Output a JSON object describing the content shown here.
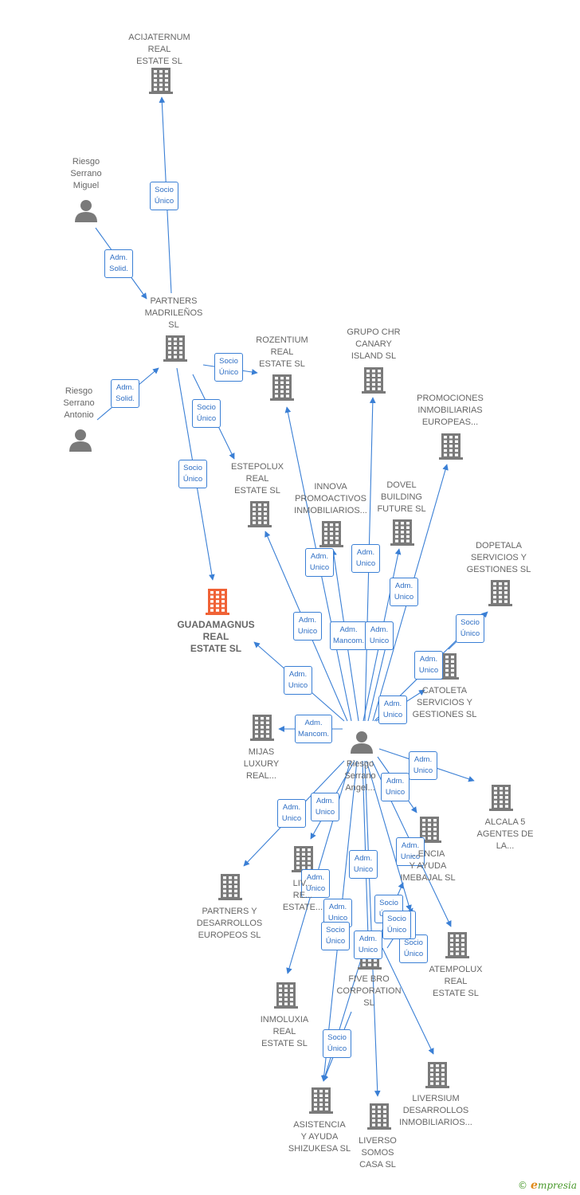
{
  "colors": {
    "edge": "#3a7fd5",
    "company": "#7a7a7a",
    "main": "#f06236",
    "person": "#7a7a7a"
  },
  "nodes": [
    {
      "id": "acija",
      "kind": "company",
      "label": "ACIJATERNUM\nREAL\nESTATE  SL"
    },
    {
      "id": "miguel",
      "kind": "person",
      "label": "Riesgo\nSerrano\nMiguel"
    },
    {
      "id": "partners_mad",
      "kind": "company",
      "label": "PARTNERS\nMADRILEÑOS\nSL"
    },
    {
      "id": "antonio",
      "kind": "person",
      "label": "Riesgo\nSerrano\nAntonio"
    },
    {
      "id": "rozentium",
      "kind": "company",
      "label": "ROZENTIUM\nREAL\nESTATE  SL"
    },
    {
      "id": "grupo_chr",
      "kind": "company",
      "label": "GRUPO CHR\nCANARY\nISLAND  SL"
    },
    {
      "id": "promociones",
      "kind": "company",
      "label": "PROMOCIONES\nINMOBILIARIAS\nEUROPEAS..."
    },
    {
      "id": "estepolux",
      "kind": "company",
      "label": "ESTEPOLUX\nREAL\nESTATE  SL"
    },
    {
      "id": "innova",
      "kind": "company",
      "label": "INNOVA\nPROMOACTIVOS\nINMOBILIARIOS..."
    },
    {
      "id": "dovel",
      "kind": "company",
      "label": "DOVEL\nBUILDING\nFUTURE  SL"
    },
    {
      "id": "dopetala",
      "kind": "company",
      "label": "DOPETALA\nSERVICIOS Y\nGESTIONES  SL"
    },
    {
      "id": "guadamagnus",
      "kind": "main",
      "label": "GUADAMAGNUS\nREAL\nESTATE  SL"
    },
    {
      "id": "catoleta",
      "kind": "company",
      "label": "CATOLETA\nSERVICIOS Y\nGESTIONES  SL"
    },
    {
      "id": "mijas",
      "kind": "company",
      "label": "MIJAS\nLUXURY\nREAL..."
    },
    {
      "id": "angel",
      "kind": "person",
      "label": "Riesgo\nSerrano\nAngel..."
    },
    {
      "id": "alcala",
      "kind": "company",
      "label": "ALCALA 5\nAGENTES DE\nLA..."
    },
    {
      "id": "imebajal",
      "kind": "company",
      "label": "...ENCIA\nY AYUDA\nIMEBAJAL  SL"
    },
    {
      "id": "liv_real",
      "kind": "company",
      "label": "LIV...\nRE...\nESTATE..."
    },
    {
      "id": "partners_eur",
      "kind": "company",
      "label": "PARTNERS Y\nDESARROLLOS\nEUROPEOS  SL"
    },
    {
      "id": "atempolux",
      "kind": "company",
      "label": "ATEMPOLUX\nREAL\nESTATE  SL"
    },
    {
      "id": "fivebro",
      "kind": "company",
      "label": "FIVE BRO\nCORPORATION\nSL"
    },
    {
      "id": "inmoluxia",
      "kind": "company",
      "label": "INMOLUXIA\nREAL\nESTATE  SL"
    },
    {
      "id": "liversium",
      "kind": "company",
      "label": "LIVERSIUM\nDESARROLLOS\nINMOBILIARIOS..."
    },
    {
      "id": "asistencia",
      "kind": "company",
      "label": "ASISTENCIA\nY AYUDA\nSHIZUKESA  SL"
    },
    {
      "id": "liverso",
      "kind": "company",
      "label": "LIVERSO\nSOMOS\nCASA  SL"
    }
  ],
  "edges": [
    {
      "from": "partners_mad",
      "to": "acija",
      "label": "Socio\nÚnico"
    },
    {
      "from": "miguel",
      "to": "partners_mad",
      "label": "Adm.\nSolid."
    },
    {
      "from": "antonio",
      "to": "partners_mad",
      "label": "Adm.\nSolid."
    },
    {
      "from": "partners_mad",
      "to": "rozentium",
      "label": "Socio\nÚnico"
    },
    {
      "from": "partners_mad",
      "to": "estepolux",
      "label": "Socio\nÚnico"
    },
    {
      "from": "partners_mad",
      "to": "guadamagnus",
      "label": "Socio\nÚnico"
    },
    {
      "from": "angel",
      "to": "rozentium",
      "label": "Adm.\nUnico"
    },
    {
      "from": "angel",
      "to": "grupo_chr",
      "label": "Adm.\nUnico"
    },
    {
      "from": "angel",
      "to": "promociones",
      "label": "Adm.\nUnico"
    },
    {
      "from": "angel",
      "to": "estepolux",
      "label": "Adm.\nUnico"
    },
    {
      "from": "angel",
      "to": "innova",
      "label": "Adm.\nMancom."
    },
    {
      "from": "angel",
      "to": "dovel",
      "label": "Adm.\nUnico"
    },
    {
      "from": "angel",
      "to": "dovel",
      "label": "Adm.\nUnico"
    },
    {
      "from": "catoleta",
      "to": "dopetala",
      "label": "Socio\nÚnico"
    },
    {
      "from": "angel",
      "to": "dopetala",
      "label": "Adm.\nUnico"
    },
    {
      "from": "angel",
      "to": "guadamagnus",
      "label": "Adm.\nUnico"
    },
    {
      "from": "angel",
      "to": "catoleta",
      "label": "Adm.\nUnico"
    },
    {
      "from": "angel",
      "to": "mijas",
      "label": "Adm.\nMancom."
    },
    {
      "from": "angel",
      "to": "alcala",
      "label": "Adm.\nUnico"
    },
    {
      "from": "angel",
      "to": "imebajal",
      "label": "Adm.\nUnico"
    },
    {
      "from": "angel",
      "to": "liv_real",
      "label": "Adm.\nUnico"
    },
    {
      "from": "angel",
      "to": "partners_eur",
      "label": "Adm.\nUnico"
    },
    {
      "from": "angel",
      "to": "atempolux",
      "label": "Adm.\nUnico"
    },
    {
      "from": "angel",
      "to": "fivebro",
      "label": "Adm.\nUnico"
    },
    {
      "from": "angel",
      "to": "inmoluxia",
      "label": "Adm.\nUnico"
    },
    {
      "from": "liv_real",
      "to": "asistencia",
      "label": "Socio\nÚnico"
    },
    {
      "from": "fivebro",
      "to": "liverso",
      "label": "Socio\nÚnico"
    },
    {
      "from": "angel",
      "to": "asistencia",
      "label": "Adm.\nUnico"
    },
    {
      "from": "fivebro",
      "to": "liversium",
      "label": "Socio\nÚnico"
    },
    {
      "from": "angel",
      "to": "liversium",
      "label": "Adm.\nUnico"
    },
    {
      "from": "fivebro",
      "to": "asistencia",
      "label": "Socio\nÚnico"
    },
    {
      "from": "fivebro",
      "to": "atempolux",
      "label": "Socio\nÚnico"
    },
    {
      "from": "angel",
      "to": "liverso",
      "label": "Adm.\nUnico"
    }
  ],
  "brand": {
    "copyright": "©",
    "name": "mpresia",
    "initial": "e"
  }
}
